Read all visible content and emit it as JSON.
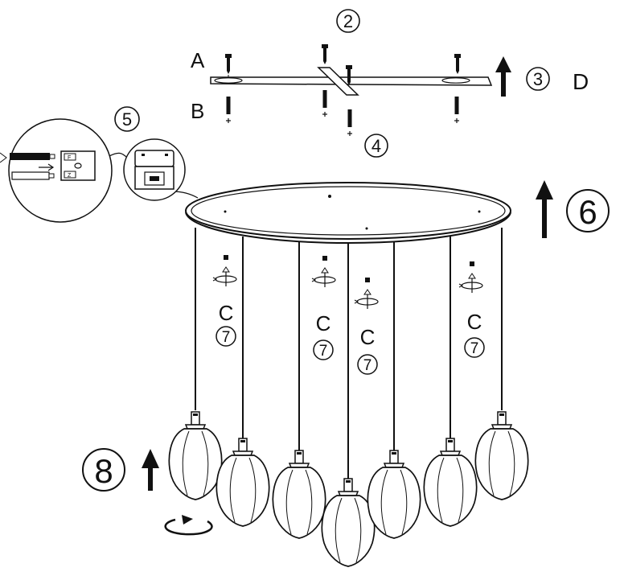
{
  "labels": {
    "A": "A",
    "B": "B",
    "C": "C",
    "D": "D"
  },
  "steps": {
    "two": "2",
    "three": "3",
    "four": "4",
    "five": "5",
    "six": "6",
    "seven": "7",
    "eight": "8"
  },
  "wire_marks": {
    "top": "F",
    "bottom": "Z"
  },
  "colors": {
    "line": "#111111",
    "background": "#ffffff"
  },
  "icons": [
    "screw-icon",
    "wall-plug-icon",
    "up-arrow-icon",
    "rotate-arrow-icon",
    "terminal-block-icon",
    "bulb-shade-icon"
  ]
}
